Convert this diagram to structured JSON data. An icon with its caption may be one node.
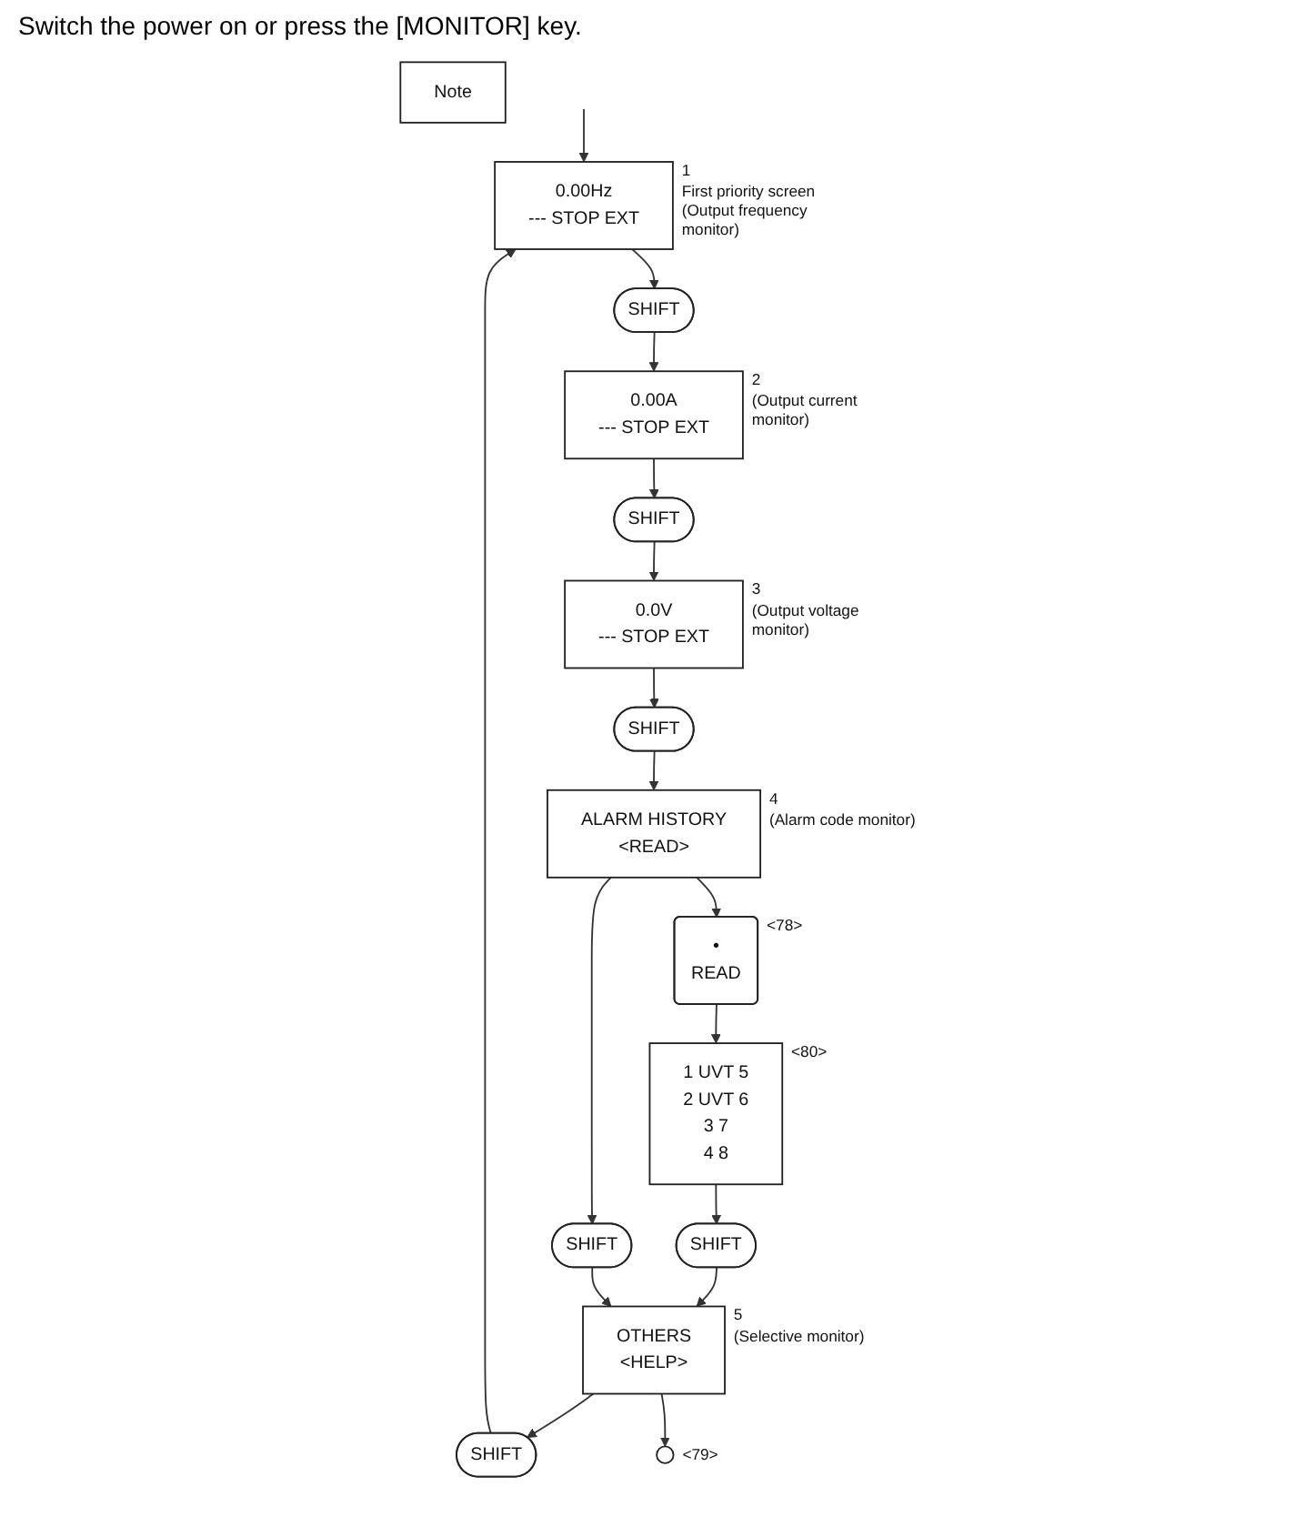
{
  "diagram": {
    "title": "Switch the power on or press the [MONITOR] key.",
    "nodes": [
      {
        "text": [
          "0.00Hz",
          "--- STOP EXT"
        ],
        "beside": [
          "1",
          "First priority screen (Output frequency monitor)"
        ]
      },
      {
        "text": [
          "SHIFT"
        ]
      },
      {
        "text": [
          "0.00A",
          "--- STOP EXT"
        ],
        "beside": [
          "2",
          "(Output current monitor)"
        ]
      },
      {
        "text": [
          "SHIFT"
        ]
      },
      {
        "text": [
          "0.0V",
          "--- STOP EXT"
        ],
        "beside": [
          "3",
          "(Output voltage monitor)"
        ]
      },
      {
        "text": [
          "SHIFT"
        ]
      },
      {
        "text": [
          "ALARM HISTORY",
          "<READ>"
        ],
        "beside": [
          "4",
          "(Alarm code monitor)"
        ]
      },
      {
        "text": [
          "•",
          "READ"
        ],
        "beside": [
          "<78>"
        ]
      },
      {
        "text": [
          "1 UVT 5",
          "2 UVT 6",
          "3 7",
          "4 8"
        ],
        "beside": [
          "<80>"
        ]
      },
      {
        "text": [
          "SHIFT"
        ]
      },
      {
        "text": [
          "OTHERS",
          "<HELP>"
        ],
        "beside": [
          "5",
          "(Selective monitor)"
        ]
      },
      {
        "text": [
          "SHIFT"
        ]
      },
      {
        "text": [
          "SHIFT"
        ]
      },
      {
        "text": [],
        "shape": "circle",
        "beside": [
          "<79>"
        ]
      },
      {
        "text": [
          "Note"
        ]
      }
    ],
    "edges": [
      {
        "from": null,
        "to": 0,
        "arrow": "to"
      },
      {
        "from": 0,
        "to": 1,
        "arrow": "to"
      },
      {
        "from": 1,
        "to": 2,
        "arrow": "to"
      },
      {
        "from": 2,
        "to": 3,
        "arrow": "to"
      },
      {
        "from": 3,
        "to": 4,
        "arrow": "to"
      },
      {
        "from": 4,
        "to": 5,
        "arrow": "to"
      },
      {
        "from": 5,
        "to": 6,
        "arrow": "to"
      },
      {
        "from": 6,
        "to": 7,
        "arrow": "to"
      },
      {
        "from": 7,
        "to": 8,
        "arrow": "to"
      },
      {
        "from": 8,
        "to": 9,
        "arrow": "to"
      },
      {
        "from": 9,
        "to": 10,
        "arrow": "to"
      },
      {
        "from": 6,
        "to": 11,
        "arrow": "to"
      },
      {
        "from": 11,
        "to": 10,
        "arrow": "to"
      },
      {
        "from": 10,
        "to": 12,
        "arrow": "to"
      },
      {
        "from": 12,
        "to": 0,
        "arrow": "to"
      },
      {
        "from": 10,
        "to": 13,
        "arrow": "to"
      }
    ]
  }
}
